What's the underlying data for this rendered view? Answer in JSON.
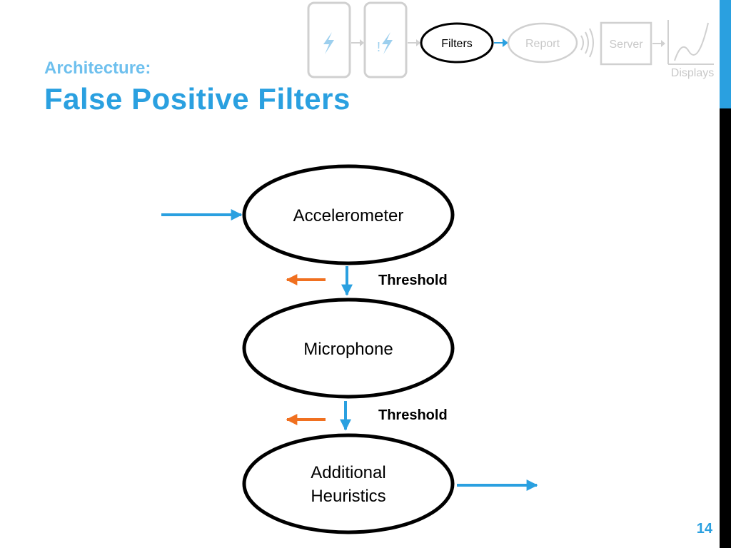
{
  "header": {
    "eyebrow": "Architecture:",
    "title": "False Positive Filters"
  },
  "pipeline": {
    "stages": [
      "Filters",
      "Report",
      "Server",
      "Displays"
    ],
    "active_stage": "Filters"
  },
  "diagram": {
    "nodes": [
      {
        "id": "accelerometer",
        "lines": [
          "Accelerometer"
        ]
      },
      {
        "id": "microphone",
        "lines": [
          "Microphone"
        ]
      },
      {
        "id": "additional-heuristics",
        "lines": [
          "Additional",
          "Heuristics"
        ]
      }
    ],
    "edges": [
      {
        "from": "accelerometer",
        "to": "microphone",
        "label": "Threshold"
      },
      {
        "from": "microphone",
        "to": "additional-heuristics",
        "label": "Threshold"
      }
    ]
  },
  "slide": {
    "number": "14"
  },
  "colors": {
    "accent": "#2aa0e0",
    "accent_light": "#6ec0ee",
    "reject": "#f07020",
    "inactive": "#d0d0d0"
  }
}
